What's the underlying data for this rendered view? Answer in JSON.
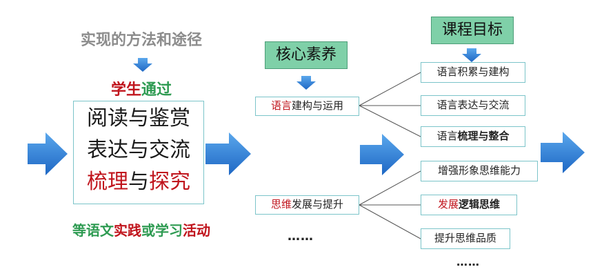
{
  "left": {
    "heading": "实现的方法和途径",
    "student_a": "学生",
    "student_b": "通过",
    "activities": [
      "阅读与鉴赏",
      "表达与交流"
    ],
    "activity3_a": "梳理",
    "activity3_b": "与",
    "activity3_c": "探究",
    "footer_1": "等语文",
    "footer_2": "实践",
    "footer_3": "或学习",
    "footer_4": "活动"
  },
  "middle": {
    "header": "核心素养",
    "node1_a": "语言",
    "node1_b": "建构与运用",
    "node2_a": "思维",
    "node2_b": "发展与提升",
    "ellipsis": "……"
  },
  "right": {
    "header": "课程目标",
    "goal1": "语言积累与建构",
    "goal2": "语言表达与交流",
    "goal3_a": "语言",
    "goal3_b": "梳理与整合",
    "goal4": "增强形象思维能力",
    "goal5_a": "发展",
    "goal5_b": "逻辑思维",
    "goal6": "提升思维品质",
    "ellipsis": "……"
  },
  "colors": {
    "arrow_blue": "#2f7fd6",
    "accent_red": "#c0141c",
    "accent_green": "#2e9b52",
    "header_fill": "#7fd0a8"
  }
}
